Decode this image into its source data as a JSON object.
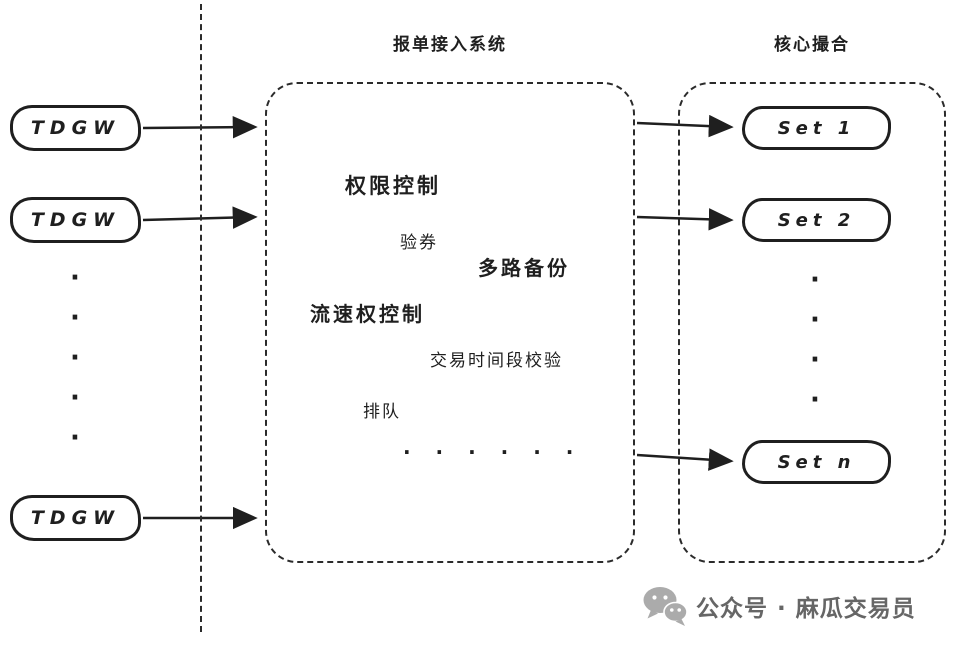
{
  "diagram": {
    "left_nodes": [
      {
        "label": "TDGW"
      },
      {
        "label": "TDGW"
      },
      {
        "label": "TDGW"
      }
    ],
    "left_ellipsis": "·\n·\n·\n·\n·",
    "middle": {
      "title": "报单接入系统",
      "items": [
        {
          "label": "权限控制"
        },
        {
          "label": "验券"
        },
        {
          "label": "多路备份"
        },
        {
          "label": "流速权控制"
        },
        {
          "label": "交易时间段校验"
        },
        {
          "label": "排队"
        },
        {
          "label": "· · · · · ·"
        }
      ]
    },
    "right": {
      "title": "核心撮合",
      "nodes": [
        {
          "label": "Set 1"
        },
        {
          "label": "Set 2"
        },
        {
          "label": "Set n"
        }
      ],
      "ellipsis": "·\n·\n·\n·"
    },
    "footer": {
      "icon": "wechat-icon",
      "text": "公众号 · 麻瓜交易员"
    },
    "colors": {
      "ink": "#1f1f1f",
      "footer_gray": "#666666",
      "icon_gray": "#ababab"
    }
  }
}
